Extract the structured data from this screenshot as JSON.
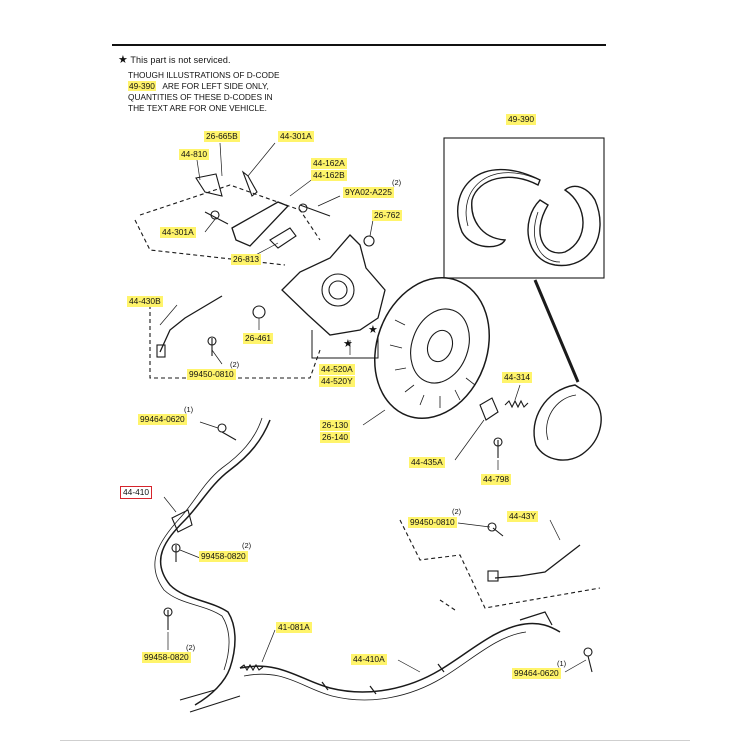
{
  "header": {
    "not_serviced": "This part is not serviced."
  },
  "note": {
    "line1": "THOUGH ILLUSTRATIONS OF D-CODE",
    "line2_code": "49-390",
    "line2_rest": "ARE FOR LEFT SIDE ONLY,",
    "line3": "QUANTITIES OF THESE D-CODES IN",
    "line4": "THE TEXT ARE FOR ONE VEHICLE."
  },
  "labels": {
    "l26_665B": "26-665B",
    "l44_301A_top": "44-301A",
    "l44_810": "44-810",
    "l44_162A": "44-162A",
    "l44_162B": "44-162B",
    "l9YA02": "9YA02-A225",
    "l44_301A_left": "44-301A",
    "l26_762": "26-762",
    "l26_813": "26-813",
    "l49_390": "49-390",
    "l44_430B": "44-430B",
    "l26_461": "26-461",
    "l99450_top": "99450-0810",
    "l44_520A": "44-520A",
    "l44_520Y": "44-520Y",
    "l44_314": "44-314",
    "l99464_top": "99464-0620",
    "l26_130": "26-130",
    "l26_140": "26-140",
    "l44_435A": "44-435A",
    "l44_798": "44-798",
    "l44_410": "44-410",
    "l99450_right": "99450-0810",
    "l44_43Y": "44-43Y",
    "l99458_mid": "99458-0820",
    "l41_081A": "41-081A",
    "l99458_low": "99458-0820",
    "l44_410A": "44-410A",
    "l99464_low": "99464-0620"
  },
  "qty": {
    "q9YA02": "(2)",
    "q99450_top": "(2)",
    "q99464_top": "(1)",
    "q99450_right": "(2)",
    "q99458_mid": "(2)",
    "q99458_low": "(2)",
    "q99464_low": "(1)"
  },
  "symbols": {
    "star": "★"
  },
  "colors": {
    "highlight": "#fff36b",
    "selection_box": "#d6242c",
    "line": "#1a1a1a"
  }
}
